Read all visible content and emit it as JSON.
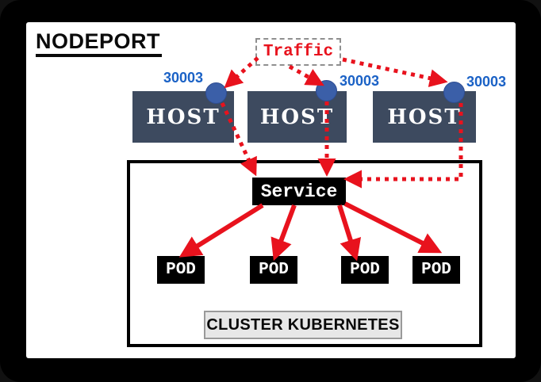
{
  "title": "NODEPORT",
  "traffic_label": "Traffic",
  "hosts": [
    {
      "label": "HOST",
      "port": "30003"
    },
    {
      "label": "HOST",
      "port": "30003"
    },
    {
      "label": "HOST",
      "port": "30003"
    }
  ],
  "cluster": {
    "service_label": "Service",
    "pods": [
      "POD",
      "POD",
      "POD",
      "POD"
    ],
    "caption": "CLUSTER KUBERNETES"
  },
  "colors": {
    "arrow_red": "#e8121d",
    "host_navy": "#3d4a5f",
    "port_circle_blue": "#3b5fa8",
    "port_text_blue": "#1b62c6",
    "service_pod_black": "#000000",
    "caption_bg": "#e7e7e7",
    "traffic_border_gray": "#8f8f8f"
  }
}
